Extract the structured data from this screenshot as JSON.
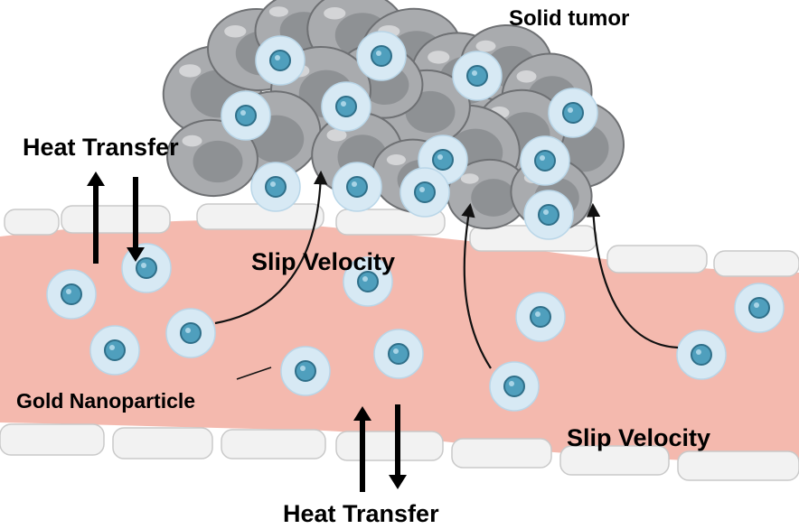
{
  "labels": {
    "solid_tumor": "Solid tumor",
    "heat_transfer_top": "Heat Transfer",
    "heat_transfer_bottom": "Heat Transfer",
    "slip_velocity_top": "Slip Velocity",
    "slip_velocity_bottom": "Slip Velocity",
    "gold_nanoparticle": "Gold Nanoparticle"
  },
  "colors": {
    "vessel_lumen": "#f4b9ae",
    "endothelial_cell": "#f2f2f2",
    "tumor_cell": "#a9abae",
    "tumor_nucleus": "#8a8c8f",
    "nanoparticle_halo": "#d7e9f4",
    "nanoparticle_core": "#4f9fbd",
    "arrow": "#111111"
  },
  "icons": {
    "nanoparticle": "gold-nanoparticle-icon",
    "tumor_cell": "tumor-cell-icon",
    "endothelial_cell": "endothelial-cell-icon"
  }
}
